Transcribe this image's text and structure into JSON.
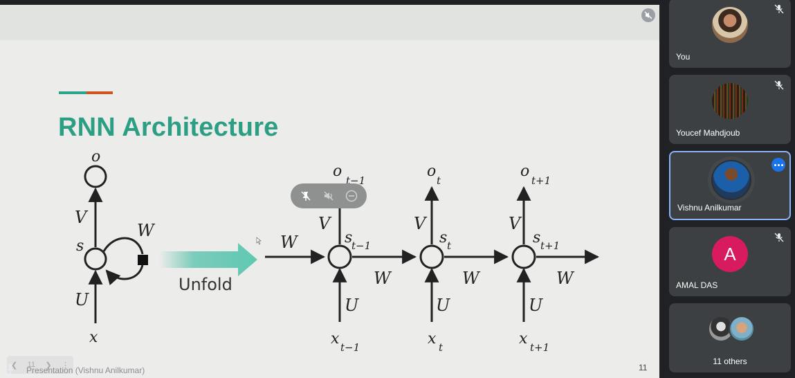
{
  "slide": {
    "title": "RNN Architecture",
    "page_number": "11",
    "accent_colors": [
      "#2aa58a",
      "#d0541f"
    ],
    "title_color": "#2c9e83",
    "diagram": {
      "folded": {
        "output": "o",
        "state": "s",
        "input": "x",
        "weight_v": "V",
        "weight_u": "U",
        "weight_w": "W"
      },
      "unfold_label": "Unfold",
      "steps": [
        {
          "output": "o",
          "output_sub": "t−1",
          "state": "s",
          "state_sub": "t−1",
          "input": "x",
          "input_sub": "t−1",
          "v": "V",
          "u": "U"
        },
        {
          "output": "o",
          "output_sub": "t",
          "state": "s",
          "state_sub": "t",
          "input": "x",
          "input_sub": "t",
          "v": "V",
          "u": "U"
        },
        {
          "output": "o",
          "output_sub": "t+1",
          "state": "s",
          "state_sub": "t+1",
          "input": "x",
          "input_sub": "t+1",
          "v": "V",
          "u": "U"
        }
      ],
      "w_label": "W"
    }
  },
  "presentation": {
    "presenter_label": "Presentation (Vishnu Anilkumar)",
    "pager_page": "11",
    "toolbar_icons": [
      "pin-off-icon",
      "volume-off-icon",
      "minus-circle-icon"
    ]
  },
  "participants": [
    {
      "name": "You",
      "muted": true,
      "avatar": "photo"
    },
    {
      "name": "Youcef Mahdjoub",
      "muted": true,
      "avatar": "photo"
    },
    {
      "name": "Vishnu Anilkumar",
      "muted": false,
      "speaking": true,
      "avatar": "photo"
    },
    {
      "name": "AMAL DAS",
      "muted": true,
      "avatar": "letter",
      "initial": "A",
      "color": "#d81b60"
    },
    {
      "name": "11 others",
      "muted": false,
      "avatar": "group"
    }
  ]
}
